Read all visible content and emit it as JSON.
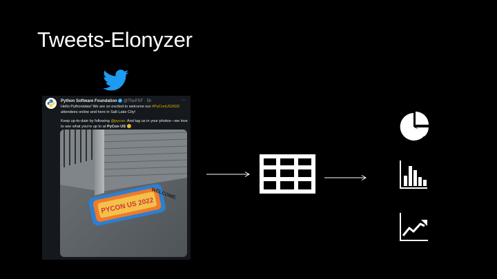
{
  "slide": {
    "title": "Tweets-Elonyzer"
  },
  "tweet": {
    "author_name": "Python Software Foundation",
    "handle": "@ThePSF · 5h",
    "more": "···",
    "line1_pre": "Hello Pythonistas! We are so excited to welcome our ",
    "line1_tag": "#PyConUS2022",
    "line1_post": " attendees online and here in Salt Lake City!",
    "line2_pre": "Keep up-to-date by following ",
    "line2_mention": "@pycon",
    "line2_mid": ". And tag us in your photos—we love to see what you're up to at ",
    "line2_bold": "PyCon US",
    "line2_emoji": " 😊",
    "photo_text_welcome": "WELCOME.",
    "photo_text_banner": "PYCON US 2022"
  },
  "icons": {
    "twitter": "twitter-bird-icon",
    "table": "table-grid-icon",
    "pie": "pie-chart-icon",
    "bar": "bar-chart-icon",
    "line": "line-chart-icon"
  },
  "colors": {
    "background": "#000000",
    "twitter_blue": "#1d9bf0",
    "foreground": "#ffffff",
    "hashtag": "#e8b300"
  }
}
